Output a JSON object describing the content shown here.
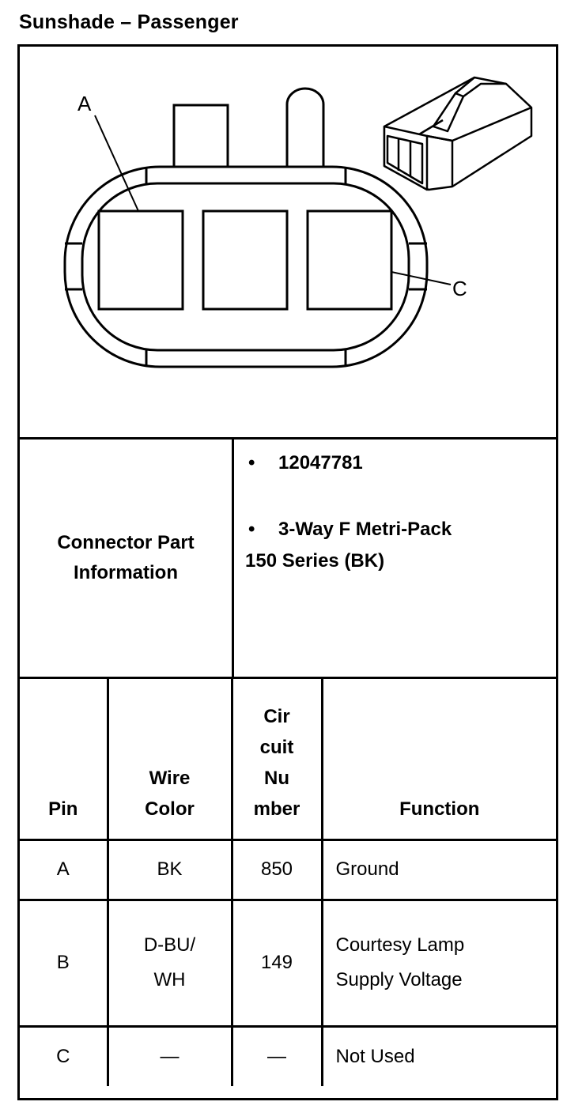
{
  "title": "Sunshade – Passenger",
  "diagram": {
    "callouts": {
      "a": "A",
      "c": "C"
    }
  },
  "connector_info": {
    "label_line1": "Connector Part",
    "label_line2": "Information",
    "bullet": "•",
    "part_number": "12047781",
    "description_line1": "3-Way F Metri-Pack",
    "description_line2": "150 Series (BK)"
  },
  "pin_table": {
    "headers": {
      "pin": "Pin",
      "wire_color_line1": "Wire",
      "wire_color_line2": "Color",
      "circuit_line1": "Cir",
      "circuit_line2": "cuit",
      "circuit_line3": "Nu",
      "circuit_line4": "mber",
      "function": "Function"
    },
    "rows": [
      {
        "pin": "A",
        "wire_color": "BK",
        "circuit": "850",
        "function": "Ground"
      },
      {
        "pin": "B",
        "wire_color_line1": "D-BU/",
        "wire_color_line2": "WH",
        "circuit": "149",
        "function_line1": "Courtesy Lamp",
        "function_line2": "Supply Voltage"
      },
      {
        "pin": "C",
        "wire_color": "—",
        "circuit": "—",
        "function": "Not Used"
      }
    ]
  }
}
